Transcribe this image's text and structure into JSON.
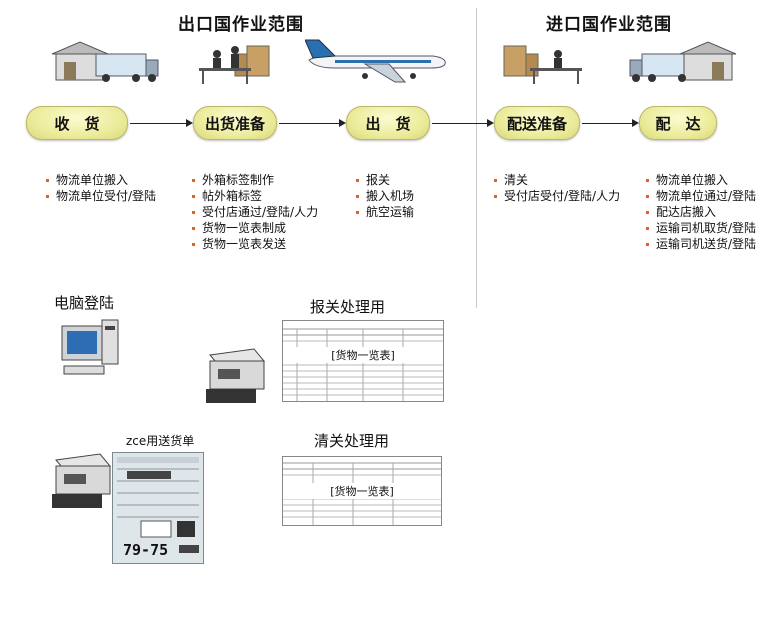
{
  "headings": {
    "export": "出口国作业范围",
    "import": "进口国作业范围"
  },
  "stages": [
    {
      "label": "收　货"
    },
    {
      "label": "出货准备"
    },
    {
      "label": "出　货"
    },
    {
      "label": "配送准备"
    },
    {
      "label": "配　达"
    }
  ],
  "tasks": [
    [
      "物流单位搬入",
      "物流单位受付/登陆"
    ],
    [
      "外箱标签制作",
      "帖外箱标签",
      "受付店通过/登陆/人力",
      "货物一览表制成",
      "货物一览表发送"
    ],
    [
      "报关",
      "搬入机场",
      "航空运输"
    ],
    [
      "清关",
      "受付店受付/登陆/人力"
    ],
    [
      "物流单位搬入",
      "物流单位通过/登陆",
      "配达店搬入",
      "运输司机取货/登陆",
      "运输司机送货/登陆"
    ]
  ],
  "documents": {
    "pc_login": "电脑登陆",
    "customs_declaration": "报关处理用",
    "customs_clearance": "清关处理用",
    "cargo_list": "[货物一览表]",
    "waybill_label": "zce用送货单",
    "waybill_number": "79-75"
  },
  "icons": [
    "truck-warehouse-icon",
    "worker-desk-icon",
    "airplane-icon",
    "worker-desk-icon",
    "truck-warehouse-icon"
  ],
  "colors": {
    "stage_fill": "#ecec9c",
    "bullet": "#e0602a",
    "airplane_accent": "#2a6fb0"
  }
}
